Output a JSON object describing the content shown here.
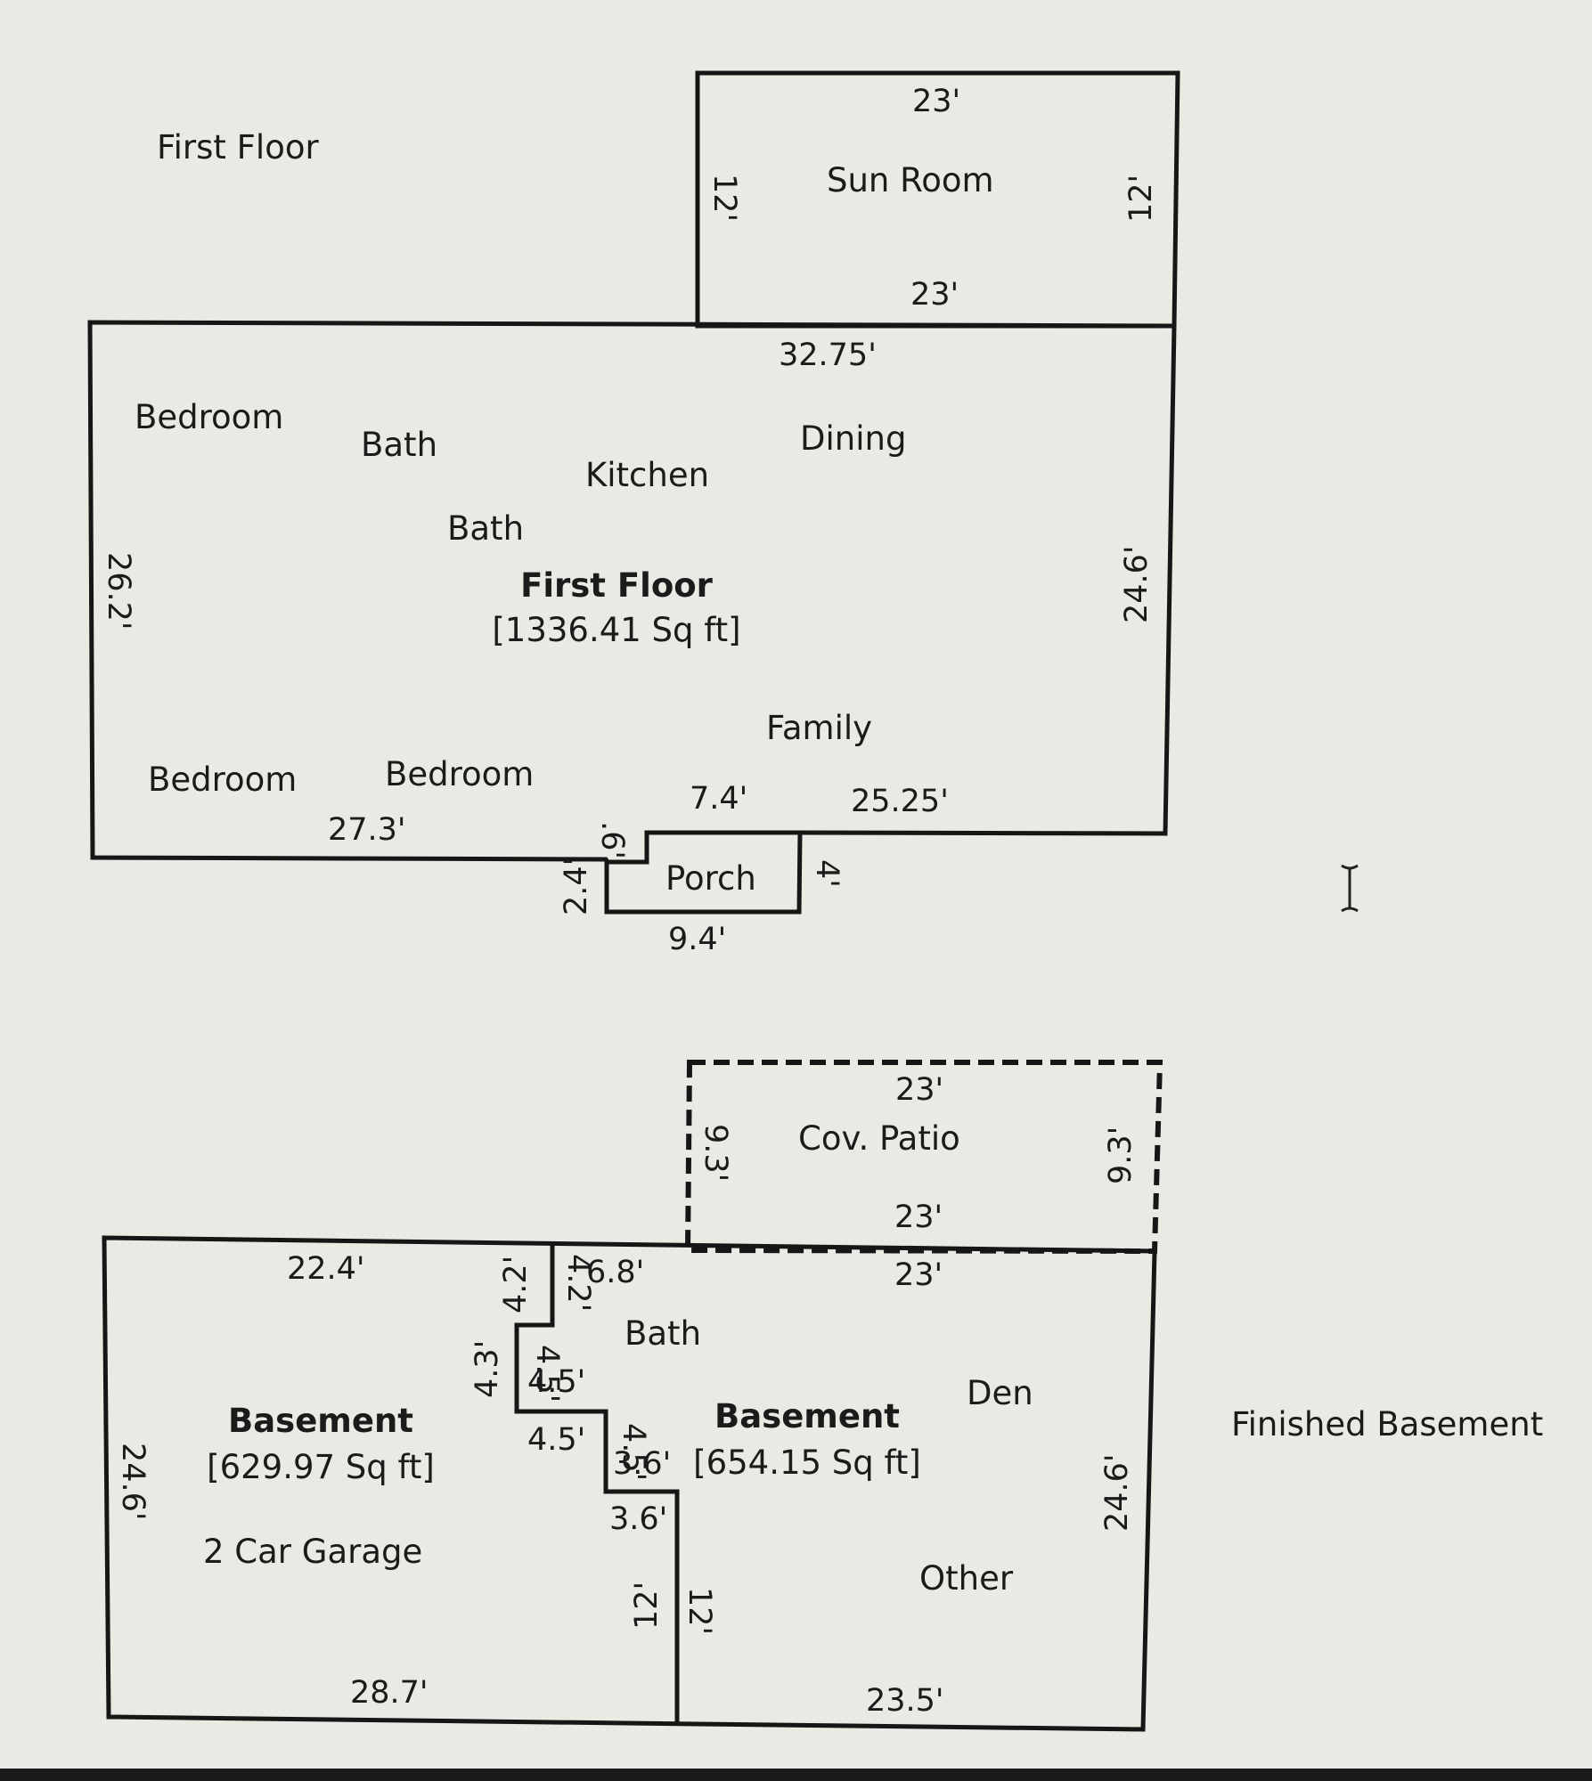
{
  "labels": {
    "first_floor_heading": "First Floor",
    "finished_basement_heading": "Finished Basement"
  },
  "sun_room": {
    "name": "Sun Room",
    "dim_top": "23'",
    "dim_bottom": "23'",
    "dim_left": "12'",
    "dim_right": "12'"
  },
  "first_floor": {
    "title": "First Floor",
    "area": "[1336.41 Sq ft]",
    "rooms": {
      "bedroom_1": "Bedroom",
      "bath_1": "Bath",
      "kitchen": "Kitchen",
      "dining": "Dining",
      "bath_2": "Bath",
      "family": "Family",
      "bedroom_2": "Bedroom",
      "bedroom_3": "Bedroom"
    },
    "dims": {
      "top": "32.75'",
      "left": "26.2'",
      "right": "24.6'",
      "bottom_left": "27.3'",
      "bottom_right": "25.25'",
      "porch_step_top": "7.4'",
      "porch_step_small": ".6'"
    }
  },
  "porch": {
    "name": "Porch",
    "dim_bottom": "9.4'",
    "dim_left": "2.4'",
    "dim_right": "4'"
  },
  "covered_patio": {
    "name": "Cov. Patio",
    "dim_top": "23'",
    "dim_bottom": "23'",
    "dim_left": "9.3'",
    "dim_right": "9.3'"
  },
  "basement_left": {
    "title": "Basement",
    "area": "[629.97 Sq ft]",
    "room": "2 Car Garage",
    "dims": {
      "top": "22.4'",
      "left": "24.6'",
      "bottom": "28.7'",
      "step_a": "4.3'",
      "step_b": "4.2'",
      "step_c": "4.5'",
      "step_d": "4.5'",
      "step_e": "3.6'",
      "step_f": "12'"
    }
  },
  "basement_right": {
    "title": "Basement",
    "area": "[654.15 Sq ft]",
    "rooms": {
      "bath": "Bath",
      "den": "Den",
      "other": "Other"
    },
    "dims": {
      "top_small": "6.8'",
      "top": "23'",
      "right": "24.6'",
      "bottom": "23.5'",
      "left": "12'",
      "step_a": "4.2'",
      "step_b": "4.5'",
      "step_c": "3.6'",
      "step_d": "4.5'"
    }
  }
}
